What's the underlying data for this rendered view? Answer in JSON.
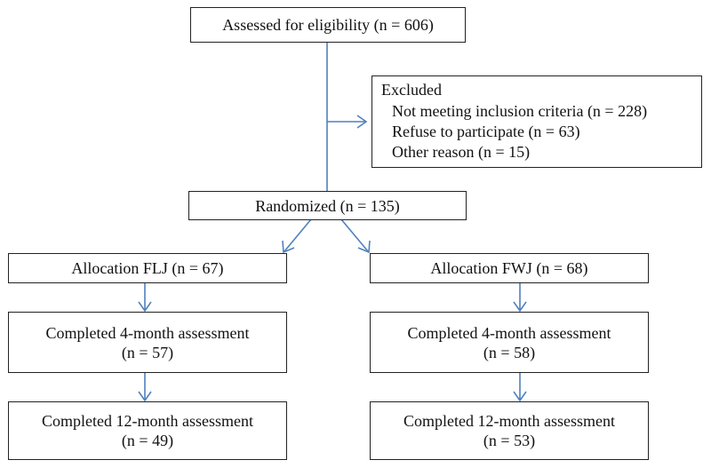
{
  "flowchart": {
    "assessed": "Assessed for eligibility (n = 606)",
    "excluded": {
      "title": "Excluded",
      "items": [
        "Not meeting inclusion criteria (n = 228)",
        "Refuse to participate (n = 63)",
        "Other reason (n = 15)"
      ]
    },
    "randomized": "Randomized (n = 135)",
    "left_arm": {
      "allocation": "Allocation FLJ (n = 67)",
      "month4": {
        "label": "Completed 4-month assessment",
        "n": "(n = 57)"
      },
      "month12": {
        "label": "Completed 12-month assessment",
        "n": "(n = 49)"
      }
    },
    "right_arm": {
      "allocation": "Allocation FWJ (n = 68)",
      "month4": {
        "label": "Completed 4-month assessment",
        "n": "(n = 58)"
      },
      "month12": {
        "label": "Completed 12-month assessment",
        "n": "(n = 53)"
      }
    },
    "colors": {
      "border": "#222222",
      "arrow": "#4f81bd"
    }
  }
}
